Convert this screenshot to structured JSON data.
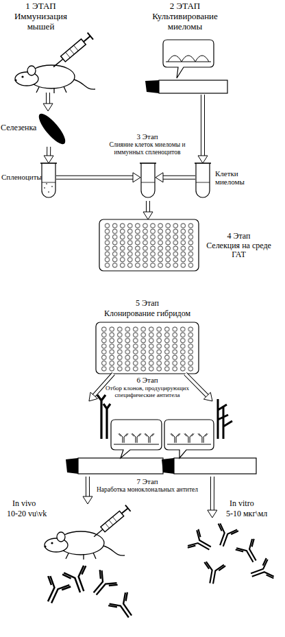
{
  "diagram": {
    "nodes": [
      {
        "text": [
          "1 ЭТАП",
          "Иммунизация мышей"
        ]
      },
      {
        "text": [
          "2 ЭТАП",
          "Культивирование миеломы"
        ]
      },
      {
        "text": [
          "Селезенка"
        ]
      },
      {
        "text": [
          "Спленоциты"
        ]
      },
      {
        "text": [
          "3 Этап",
          "Слияние клеток миеломы и иммунных спленоцитов"
        ]
      },
      {
        "text": [
          "Клетки миеломы"
        ]
      },
      {
        "text": [
          "4 Этап",
          "Селекция на среде ГАТ"
        ]
      },
      {
        "text": [
          "5 Этап",
          "Клонирование гибридом"
        ]
      },
      {
        "text": [
          "6 Этап",
          "Отбор клонов, продуцирующих специфические антитела"
        ]
      },
      {
        "text": [
          "In vivo",
          "10-20 vu\\vk"
        ]
      },
      {
        "text": [
          "In vitro",
          "5-10 мкг\\мл"
        ]
      }
    ],
    "edges": [
      {
        "from": 0,
        "to": 2,
        "arrow": "to"
      },
      {
        "from": 2,
        "to": 3,
        "arrow": "to"
      },
      {
        "from": 1,
        "to": 5,
        "arrow": "to"
      },
      {
        "from": 3,
        "to": 4,
        "arrow": "to"
      },
      {
        "from": 5,
        "to": 4,
        "arrow": "to"
      },
      {
        "from": 4,
        "to": 6,
        "arrow": "to"
      },
      {
        "from": 7,
        "to": 8,
        "arrow": "to"
      },
      {
        "from": 7,
        "to": 8,
        "arrow": "to"
      },
      {
        "from": 8,
        "to": 9,
        "arrow": "to"
      },
      {
        "from": 8,
        "to": 10,
        "arrow": "to"
      }
    ],
    "labels": [
      "7 Этап",
      "Наработка моноклональных антител"
    ]
  }
}
